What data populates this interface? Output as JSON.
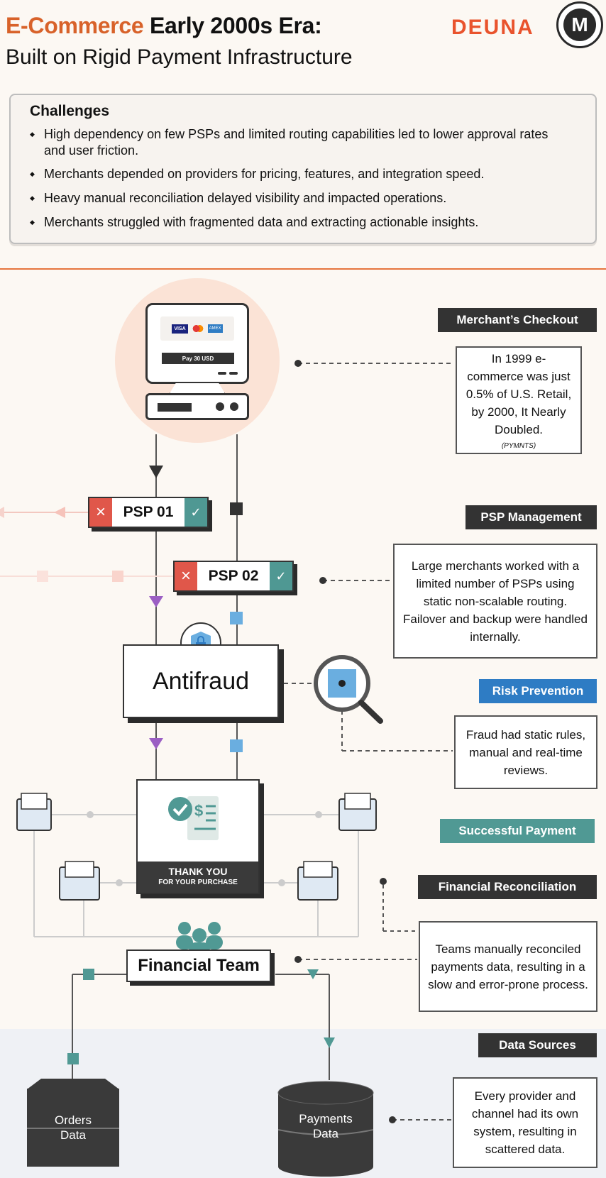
{
  "header": {
    "title_accent": "E-Commerce",
    "title_rest": " Early 2000s Era:",
    "subtitle": "Built on Rigid Payment Infrastructure",
    "brand": "DEUNA",
    "badge_letter": "M"
  },
  "challenges": {
    "title": "Challenges",
    "items": [
      "High dependency on few PSPs and limited routing capabilities led to lower approval rates and user friction.",
      "Merchants depended on providers for pricing, features, and integration speed.",
      "Heavy manual reconciliation delayed visibility and impacted operations.",
      "Merchants struggled with fragmented data and extracting actionable insights."
    ]
  },
  "checkout": {
    "pay_label": "Pay 30 USD",
    "card_visa": "VISA",
    "card_amex": "AMEX"
  },
  "nodes": {
    "psp1": "PSP 01",
    "psp2": "PSP 02",
    "antifraud": "Antifraud",
    "thank_you": "THANK YOU",
    "thank_sub": "FOR YOUR PURCHASE",
    "financial_team": "Financial Team",
    "orders_line1": "Orders",
    "orders_line2": "Data",
    "payments_line1": "Payments",
    "payments_line2": "Data"
  },
  "tags": {
    "checkout": "Merchant’s Checkout",
    "psp": "PSP Management",
    "risk": "Risk Prevention",
    "success": "Successful Payment",
    "recon": "Financial Reconciliation",
    "data": "Data Sources"
  },
  "notes": {
    "checkout": "In 1999 e-commerce was just 0.5% of U.S. Retail, by 2000, It Nearly Doubled.",
    "checkout_source": "(PYMNTS)",
    "psp": "Large merchants worked with a limited number of PSPs using static non-scalable routing. Failover and backup were handled internally.",
    "risk": "Fraud had static rules, manual and real-time reviews.",
    "recon": "Teams manually reconciled payments data, resulting in a slow and error-prone process.",
    "data": "Every provider and channel had its own system, resulting in scattered data."
  },
  "colors": {
    "accent_orange": "#d8622a",
    "brand_red": "#e9532d",
    "blue": "#2e7cc4",
    "teal": "#509994",
    "dark": "#333333",
    "purple": "#9b5fc4",
    "light_blue": "#6aaee0"
  }
}
